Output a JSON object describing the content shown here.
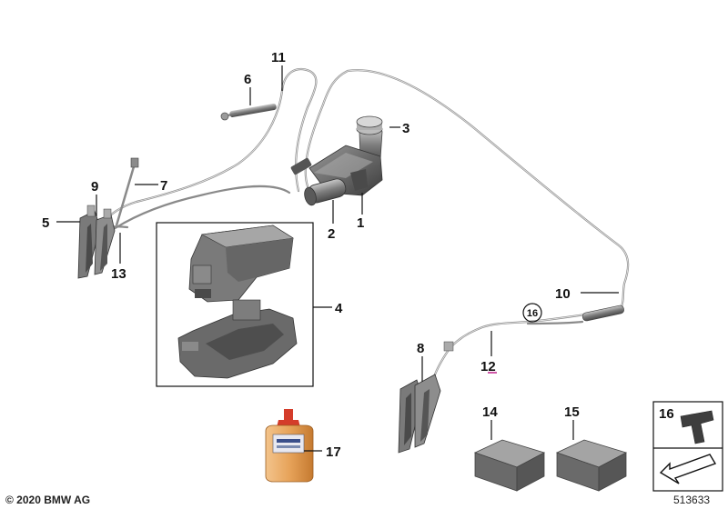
{
  "diagram": {
    "callouts": [
      {
        "id": "1",
        "label": "1"
      },
      {
        "id": "2",
        "label": "2"
      },
      {
        "id": "3",
        "label": "3"
      },
      {
        "id": "4",
        "label": "4"
      },
      {
        "id": "5",
        "label": "5"
      },
      {
        "id": "6",
        "label": "6"
      },
      {
        "id": "7",
        "label": "7"
      },
      {
        "id": "8",
        "label": "8"
      },
      {
        "id": "9",
        "label": "9"
      },
      {
        "id": "10",
        "label": "10"
      },
      {
        "id": "11",
        "label": "11"
      },
      {
        "id": "12",
        "label": "12"
      },
      {
        "id": "13",
        "label": "13"
      },
      {
        "id": "14",
        "label": "14"
      },
      {
        "id": "15",
        "label": "15"
      },
      {
        "id": "16",
        "label": "16"
      },
      {
        "id": "17",
        "label": "17"
      }
    ],
    "circled_callout": "16",
    "copyright": "© 2020 BMW AG",
    "diagram_number": "513633"
  },
  "colors": {
    "hose": "#8a8a8a",
    "part_gray": "#6e6e6e",
    "bottle_fluid": "#e7a35a",
    "bottle_cap": "#d43c2a"
  }
}
